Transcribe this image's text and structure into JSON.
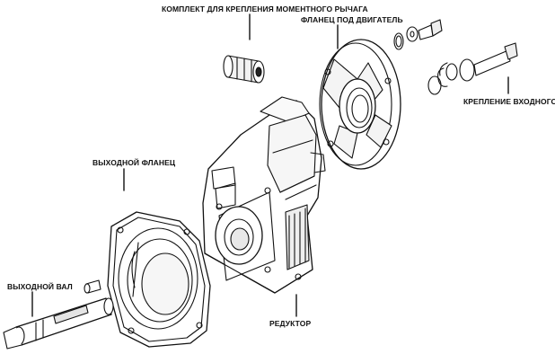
{
  "labels": {
    "torque_arm_kit": "КОМПЛЕКТ ДЛЯ КРЕПЛЕНИЯ МОМЕНТНОГО РЫЧАГА",
    "motor_flange": "ФЛАНЕЦ ПОД ДВИГАТЕЛЬ",
    "input_shaft_mount": "КРЕПЛЕНИЕ ВХОДНОГО ВАЛА",
    "output_flange": "ВЫХОДНОЙ ФЛАНЕЦ",
    "output_shaft": "ВЫХОДНОЙ ВАЛ",
    "reducer": "РЕДУКТОР"
  },
  "colors": {
    "line": "#111111",
    "shade": "#d9d9d9",
    "background": "#ffffff"
  }
}
